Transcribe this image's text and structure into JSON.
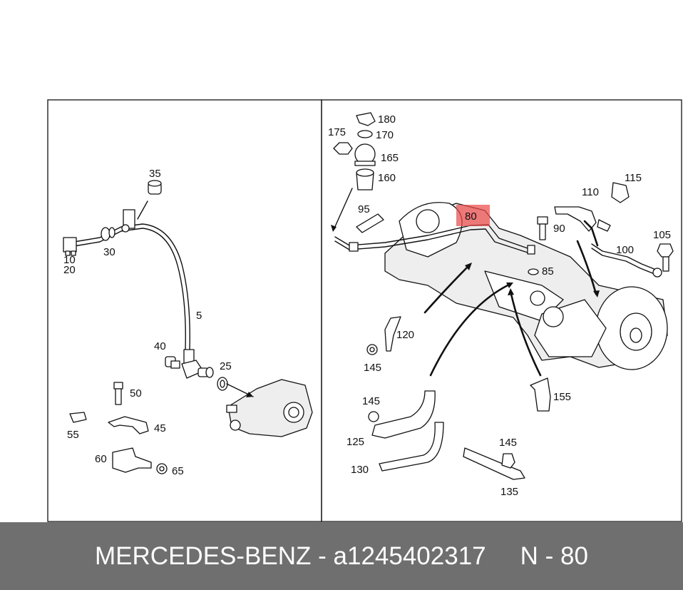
{
  "labels": {
    "left": [
      "35",
      "10",
      "20",
      "30",
      "5",
      "40",
      "25",
      "50",
      "55",
      "45",
      "60",
      "65"
    ],
    "right": [
      "180",
      "175",
      "170",
      "165",
      "160",
      "95",
      "90",
      "110",
      "115",
      "105",
      "100",
      "85",
      "120",
      "145",
      "155",
      "145",
      "125",
      "130",
      "145",
      "135"
    ]
  },
  "highlight": {
    "label": "80",
    "color": "#ec4b4b"
  },
  "footer": {
    "brand": "MERCEDES-BENZ",
    "separator": " - ",
    "part_number": "a1245402317",
    "position_text": "N - 80",
    "background": "#6f6f6f"
  }
}
